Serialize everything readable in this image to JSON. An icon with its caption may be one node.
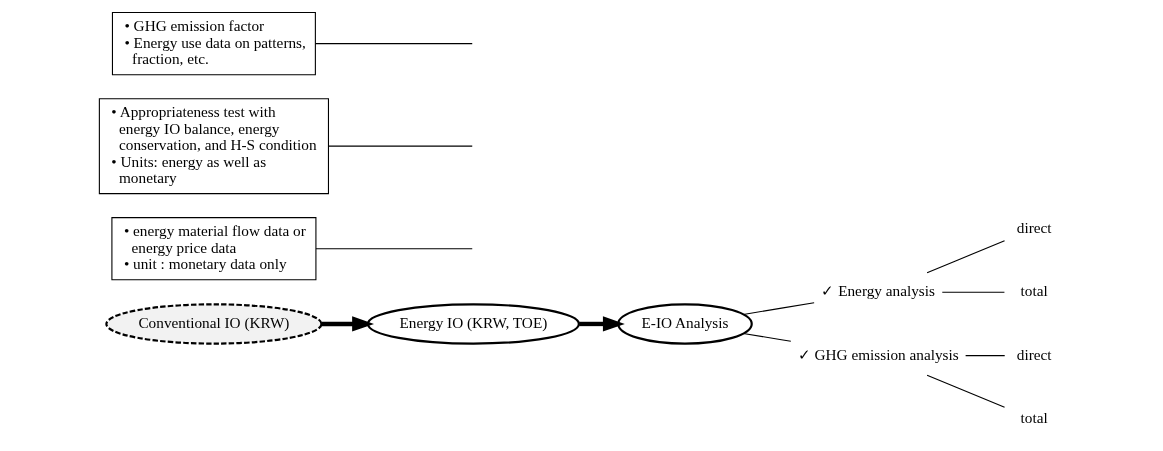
{
  "diagram": {
    "nodes": [
      {
        "text": [
          "Conventional IO (KRW)"
        ]
      },
      {
        "text": [
          "• energy material flow data or energy price data",
          "• unit : monetary data only"
        ]
      },
      {
        "text": [
          "Energy IO (KRW, TOE)"
        ]
      },
      {
        "text": [
          "• Appropriateness test with energy IO balance, energy conservation, and H-S condition",
          "• Units: energy as well as monetary"
        ]
      },
      {
        "text": [
          "E-IO Analysis"
        ]
      },
      {
        "text": [
          "• GHG emission factor",
          "• Energy use data on patterns, fraction, etc."
        ]
      },
      {
        "text": [
          "✓ Energy analysis"
        ]
      },
      {
        "text": [
          "direct"
        ]
      },
      {
        "text": [
          "total"
        ]
      },
      {
        "text": [
          "✓ GHG emission analysis"
        ]
      },
      {
        "text": [
          "direct"
        ]
      },
      {
        "text": [
          "total"
        ]
      }
    ],
    "edges": [
      {
        "from": 0,
        "to": 2,
        "arrow": "to",
        "style": "thick"
      },
      {
        "from": 1,
        "to": null,
        "arrow": "none"
      },
      {
        "from": 2,
        "to": 4,
        "arrow": "to",
        "style": "thick"
      },
      {
        "from": 3,
        "to": null,
        "arrow": "none"
      },
      {
        "from": 5,
        "to": null,
        "arrow": "none"
      },
      {
        "from": 4,
        "to": 6,
        "arrow": "none"
      },
      {
        "from": 4,
        "to": 9,
        "arrow": "none"
      },
      {
        "from": 6,
        "to": 7,
        "arrow": "none"
      },
      {
        "from": 6,
        "to": 8,
        "arrow": "none"
      },
      {
        "from": 9,
        "to": 10,
        "arrow": "none"
      },
      {
        "from": 9,
        "to": 11,
        "arrow": "none"
      }
    ]
  }
}
